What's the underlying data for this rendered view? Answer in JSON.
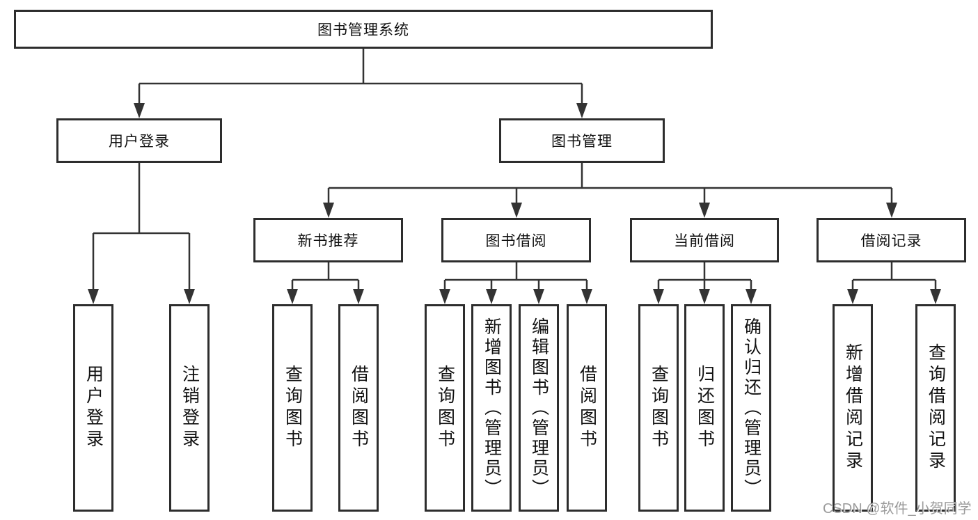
{
  "diagram": {
    "root": "图书管理系统",
    "branches": {
      "user_login": "用户登录",
      "book_management": "图书管理"
    },
    "modules": {
      "new_book_recommend": "新书推荐",
      "book_borrow": "图书借阅",
      "current_borrow": "当前借阅",
      "borrow_records": "借阅记录"
    },
    "leaves": {
      "user_login": [
        "用户登录",
        "注销登录"
      ],
      "new_book_recommend": [
        "查询图书",
        "借阅图书"
      ],
      "book_borrow": [
        "查询图书",
        "新增图书（管理员）",
        "编辑图书（管理员）",
        "借阅图书"
      ],
      "current_borrow": [
        "查询图书",
        "归还图书",
        "确认归还（管理员）"
      ],
      "borrow_records": [
        "新增借阅记录",
        "查询借阅记录"
      ]
    }
  },
  "watermark": "CSDN @软件_小贺同学",
  "colors": {
    "line": "#333333",
    "box_border": "#2d2d2d",
    "text": "#111111",
    "watermark": "#969696"
  }
}
